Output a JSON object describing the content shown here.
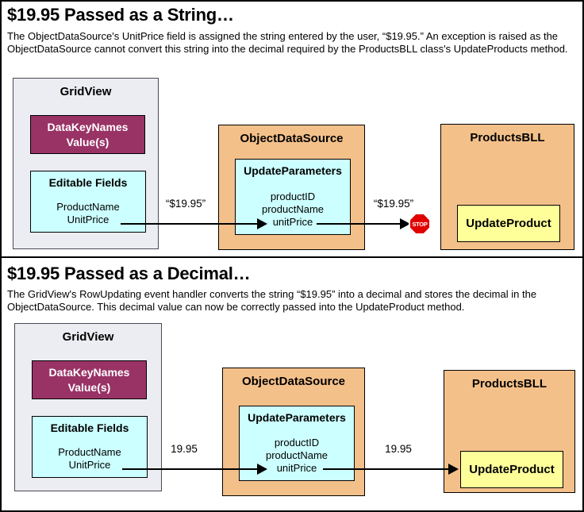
{
  "colors": {
    "panel_border": "#000000",
    "gridview_bg": "#ebedf2",
    "gridview_border": "#4a4a55",
    "datakeynames_bg": "#993366",
    "field_box_bg": "#ccffff",
    "container_bg": "#f4c08a",
    "method_bg": "#ffff99",
    "stop_red": "#e00000"
  },
  "panel1": {
    "title": "$19.95 Passed as a String…",
    "description": "The ObjectDataSource's UnitPrice field is assigned the string entered by the user, “$19.95.” An exception is raised as the ObjectDataSource cannot convert this string into the decimal required by the ProductsBLL class's UpdateProducts method.",
    "gridview": {
      "title": "GridView",
      "datakeynames": "DataKeyNames\nValue(s)",
      "editable_title": "Editable Fields",
      "fields": [
        "ProductName",
        "UnitPrice"
      ]
    },
    "objectdatasource": {
      "title": "ObjectDataSource",
      "params_title": "UpdateParameters",
      "params": [
        "productID",
        "productName",
        "unitPrice"
      ]
    },
    "productsbll": {
      "title": "ProductsBLL",
      "method": "UpdateProduct"
    },
    "arrow1_label": "“$19.95”",
    "arrow2_label": "“$19.95”",
    "stop_label": "STOP"
  },
  "panel2": {
    "title": "$19.95 Passed as a Decimal…",
    "description": "The GridView's RowUpdating event handler converts the string “$19.95” into a decimal and stores the decimal in the ObjectDataSource. This decimal value can now be correctly passed into the UpdateProduct method.",
    "gridview": {
      "title": "GridView",
      "datakeynames": "DataKeyNames\nValue(s)",
      "editable_title": "Editable Fields",
      "fields": [
        "ProductName",
        "UnitPrice"
      ]
    },
    "objectdatasource": {
      "title": "ObjectDataSource",
      "params_title": "UpdateParameters",
      "params": [
        "productID",
        "productName",
        "unitPrice"
      ]
    },
    "productsbll": {
      "title": "ProductsBLL",
      "method": "UpdateProduct"
    },
    "arrow1_label": "19.95",
    "arrow2_label": "19.95"
  }
}
